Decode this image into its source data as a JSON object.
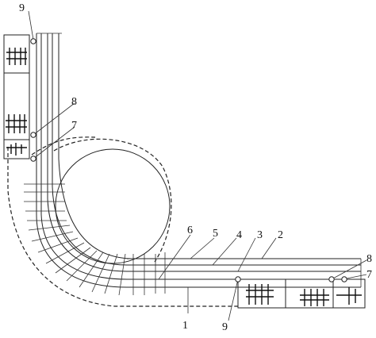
{
  "labels": {
    "l1": "1",
    "l2": "2",
    "l3": "3",
    "l4": "4",
    "l5": "5",
    "l6": "6",
    "l7_left": "7",
    "l7_right": "7",
    "l8_left": "8",
    "l8_right": "8",
    "l9_top": "9",
    "l9_bottom": "9"
  }
}
